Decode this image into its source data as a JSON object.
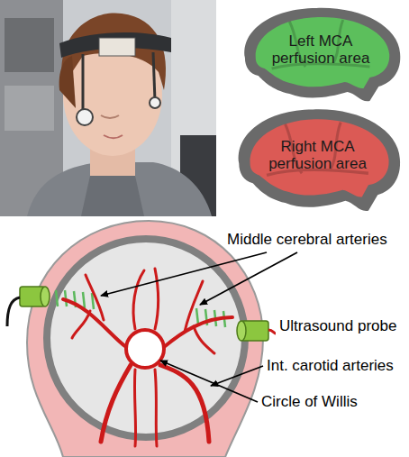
{
  "diagram": {
    "nodes": [
      {
        "text": [
          "Left MCA perfusion area"
        ]
      },
      {
        "text": [
          "Right MCA perfusion area"
        ]
      }
    ],
    "labels": [
      "Middle cerebral arteries",
      "Ultrasound probe",
      "Int. carotid arteries",
      "Circle of Willis"
    ]
  }
}
